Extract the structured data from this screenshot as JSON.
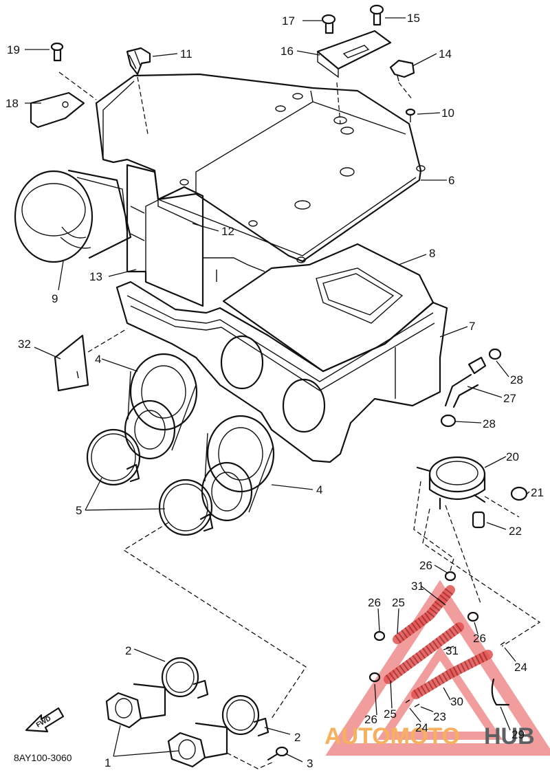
{
  "diagram": {
    "drawing_code": "8AY100-3060",
    "fwd_label": "FWD",
    "watermark": {
      "part_a": "AUTOMOTO",
      "part_b": "HUB"
    },
    "callouts": [
      {
        "id": "c1",
        "label": "1"
      },
      {
        "id": "c2a",
        "label": "2"
      },
      {
        "id": "c2b",
        "label": "2"
      },
      {
        "id": "c3",
        "label": "3"
      },
      {
        "id": "c4a",
        "label": "4"
      },
      {
        "id": "c4b",
        "label": "4"
      },
      {
        "id": "c5",
        "label": "5"
      },
      {
        "id": "c6",
        "label": "6"
      },
      {
        "id": "c7",
        "label": "7"
      },
      {
        "id": "c8",
        "label": "8"
      },
      {
        "id": "c9",
        "label": "9"
      },
      {
        "id": "c10",
        "label": "10"
      },
      {
        "id": "c11",
        "label": "11"
      },
      {
        "id": "c12",
        "label": "12"
      },
      {
        "id": "c13",
        "label": "13"
      },
      {
        "id": "c14",
        "label": "14"
      },
      {
        "id": "c15",
        "label": "15"
      },
      {
        "id": "c16",
        "label": "16"
      },
      {
        "id": "c17",
        "label": "17"
      },
      {
        "id": "c18",
        "label": "18"
      },
      {
        "id": "c19",
        "label": "19"
      },
      {
        "id": "c20",
        "label": "20"
      },
      {
        "id": "c21",
        "label": "21"
      },
      {
        "id": "c22",
        "label": "22"
      },
      {
        "id": "c23",
        "label": "23"
      },
      {
        "id": "c24a",
        "label": "24"
      },
      {
        "id": "c24b",
        "label": "24"
      },
      {
        "id": "c25a",
        "label": "25"
      },
      {
        "id": "c25b",
        "label": "25"
      },
      {
        "id": "c26a",
        "label": "26"
      },
      {
        "id": "c26b",
        "label": "26"
      },
      {
        "id": "c26c",
        "label": "26"
      },
      {
        "id": "c26d",
        "label": "26"
      },
      {
        "id": "c27",
        "label": "27"
      },
      {
        "id": "c28a",
        "label": "28"
      },
      {
        "id": "c28b",
        "label": "28"
      },
      {
        "id": "c29",
        "label": "29"
      },
      {
        "id": "c30",
        "label": "30"
      },
      {
        "id": "c31a",
        "label": "31"
      },
      {
        "id": "c31b",
        "label": "31"
      },
      {
        "id": "c32",
        "label": "32"
      }
    ]
  }
}
